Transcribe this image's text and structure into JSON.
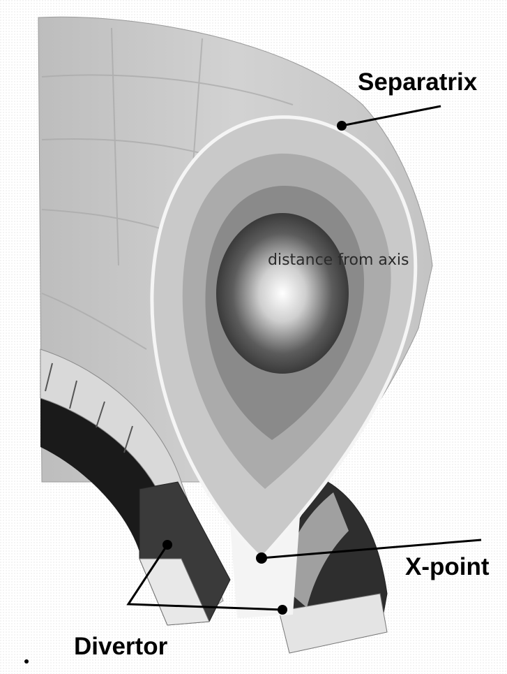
{
  "labels": {
    "separatrix": "Separatrix",
    "x_point": "X-point",
    "divertor": "Divertor",
    "distance": "distance from axis"
  }
}
